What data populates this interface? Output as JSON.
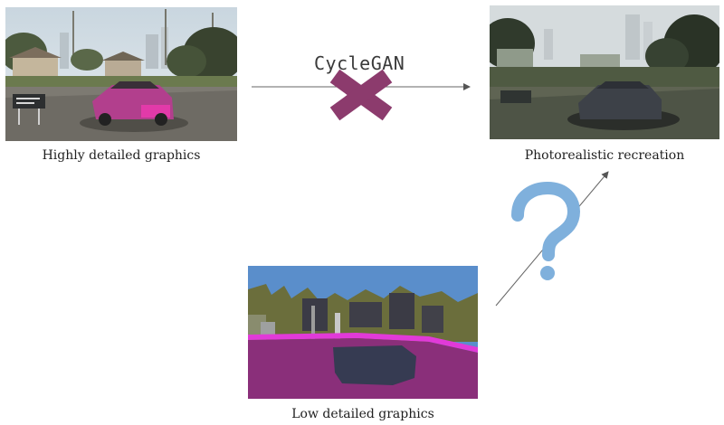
{
  "panels": {
    "source": {
      "caption": "Highly detailed graphics"
    },
    "target": {
      "caption": "Photorealistic recreation"
    },
    "segmentation": {
      "caption": "Low detailed graphics"
    }
  },
  "arrows": {
    "top": {
      "label": "CycleGAN",
      "status_icon": "cross-mark-icon",
      "status_color": "#8c3b6d"
    },
    "diagonal": {
      "status_icon": "question-mark-icon",
      "status_color": "#7fb0dc"
    }
  }
}
